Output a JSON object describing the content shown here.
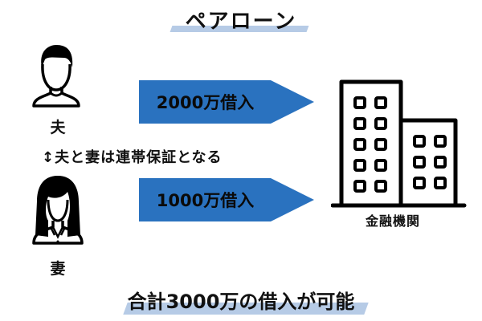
{
  "title": "ペアローン",
  "husband": {
    "label": "夫",
    "icon": "man-avatar-icon"
  },
  "wife": {
    "label": "妻",
    "icon": "woman-avatar-icon"
  },
  "joint_note": "↕夫と妻は連帯保証となる",
  "loans": [
    {
      "label": "2000万借入",
      "color": "#2a72bf"
    },
    {
      "label": "1000万借入",
      "color": "#2a72bf"
    }
  ],
  "lender": {
    "label": "金融機関",
    "icon": "building-icon"
  },
  "summary": "合計3000万の借入が可能",
  "colors": {
    "arrow": "#2a72bf",
    "highlight": "#b6cbe6",
    "text": "#111111"
  }
}
